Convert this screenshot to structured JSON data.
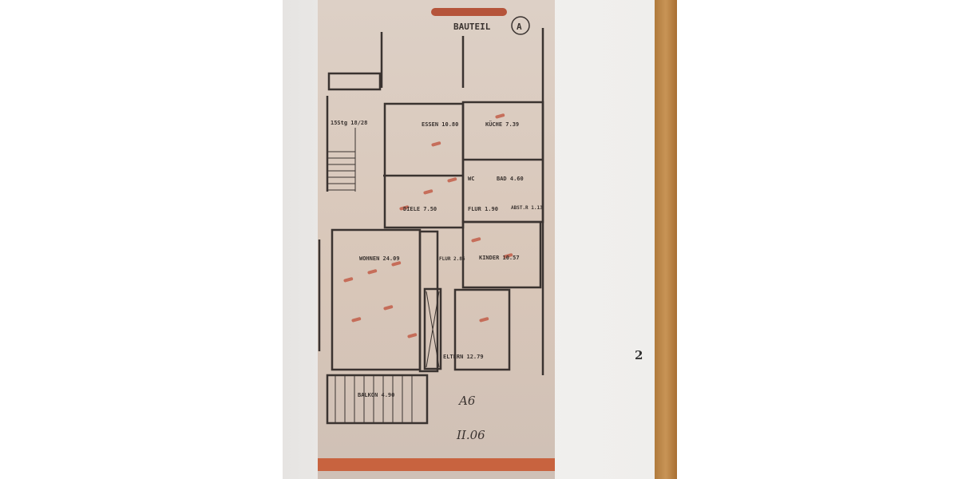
{
  "floorplan": {
    "header": "BAUTEIL",
    "building_marker": "A",
    "stair_label": "15Stg 18/28",
    "rooms": [
      {
        "label": "ESSEN 10.80"
      },
      {
        "label": "KÜCHE 7.39"
      },
      {
        "label": "BAD 4.60"
      },
      {
        "label": "WC"
      },
      {
        "label": "DIELE 7.50"
      },
      {
        "label": "FLUR 1.90"
      },
      {
        "label": "ABST.R 1.13"
      },
      {
        "label": "WOHNEN 24.09"
      },
      {
        "label": "FLUR 2.86"
      },
      {
        "label": "KINDER 10.57"
      },
      {
        "label": "ELTERN 12.79"
      },
      {
        "label": "BALKON 4.90"
      }
    ],
    "handwritten": [
      "A6",
      "II.06"
    ],
    "colors": {
      "sheet": "#d9c9bc",
      "ink": "#3a3330",
      "marker": "#c0503a"
    }
  },
  "page": {
    "page_number": "2"
  }
}
